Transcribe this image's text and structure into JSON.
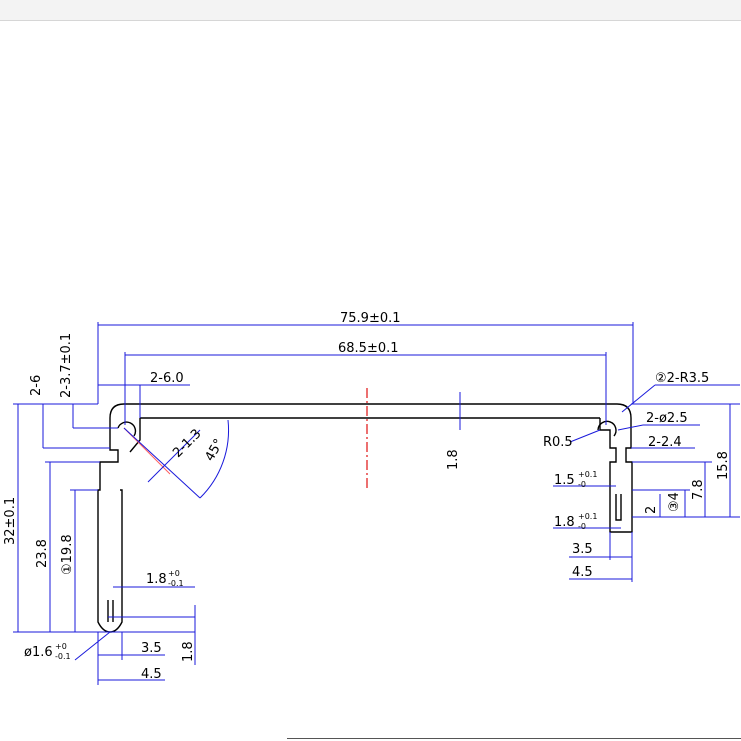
{
  "drawing": {
    "dims": {
      "overall_width": "75.9±0.1",
      "hole_spacing": "68.5±0.1",
      "left_top_thickness": "2-6.0",
      "corner_radius": "②2-R3.5",
      "hole_dia": "2-ø2.5",
      "right_offset": "2-2.4",
      "fillet": "R0.5",
      "slot_width": "2-1.3",
      "angle": "45°",
      "height_total": "32±0.1",
      "left_drop": "23.8",
      "left_leg": "①19.8",
      "left_side_a": "2-6",
      "left_side_b": "2-3.7±0.1",
      "center_gap": "1.8",
      "right_height": "15.8",
      "right_inner": "7.8",
      "right_slot_h": "③4",
      "right_small": "2",
      "slot_tol_a": "1.5",
      "slot_tol_b": "1.8",
      "w35_right": "3.5",
      "w45_right": "4.5",
      "leg_slot": "1.8",
      "pin_dia": "ø1.6",
      "w35_left": "3.5",
      "w45_left": "4.5",
      "bottom_18": "1.8"
    },
    "tolerances": {
      "plus0": "+0",
      "minus01": "-0.1",
      "plus01": "+0.1",
      "minus0": "-0"
    },
    "colors": {
      "dimension": "#1a1adb",
      "outline": "#000000",
      "centerline": "#e01010",
      "hatch": "#ff6060"
    }
  }
}
